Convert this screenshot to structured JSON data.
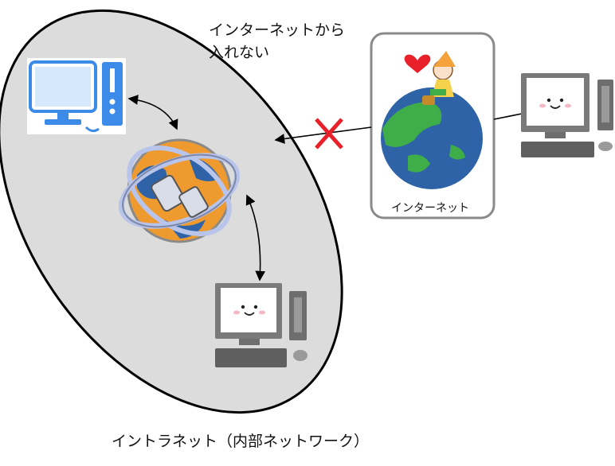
{
  "diagram": {
    "blocked_caption": {
      "line1": "インターネットから",
      "line2": "入れない"
    },
    "internet_box_label": "インターネット",
    "intranet_label": "イントラネット（内部ネットワーク）"
  },
  "colors": {
    "intranet_fill": "#dcdcdc",
    "intranet_stroke": "#000000",
    "block_mark": "#e8202a",
    "earth_ocean": "#2f63a8",
    "earth_land": "#3fae49",
    "heart": "#e8202a",
    "pc_blue": "#3d8be8"
  }
}
